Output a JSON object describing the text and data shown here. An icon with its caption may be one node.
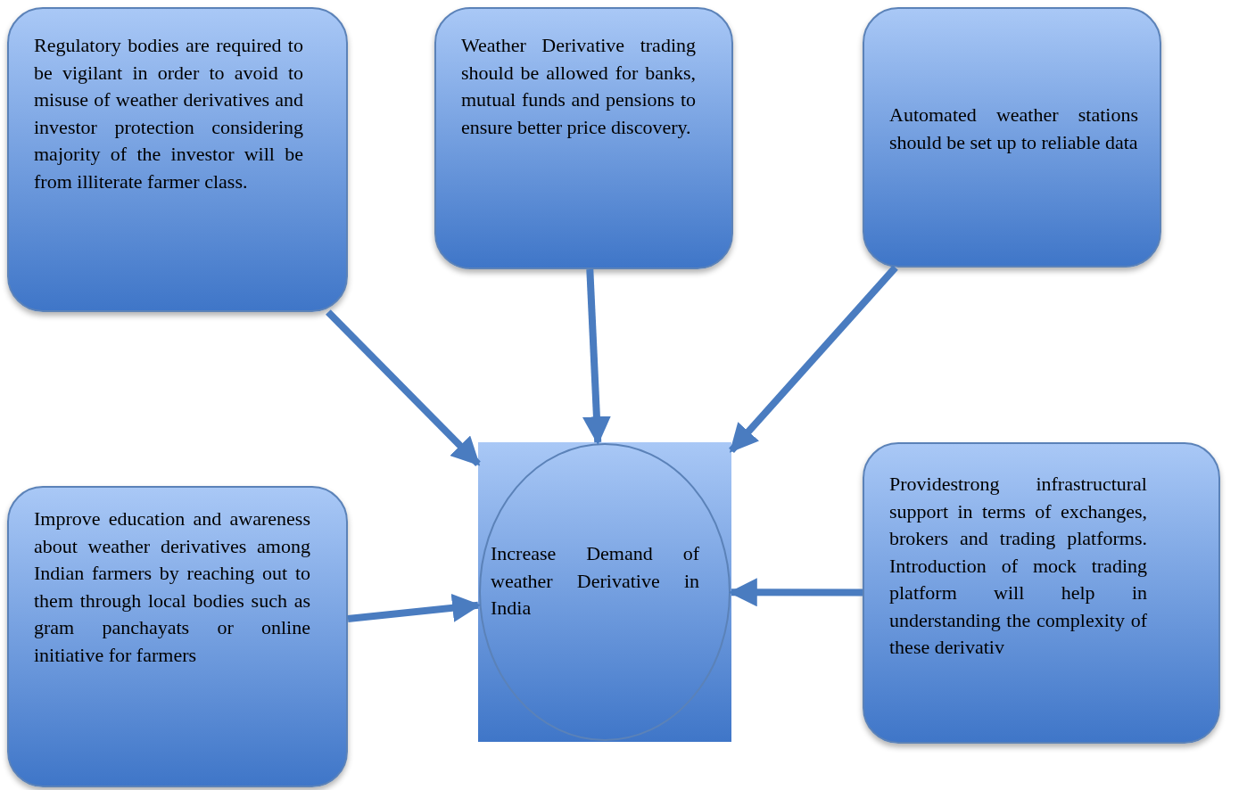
{
  "diagram": {
    "nodes": [
      {
        "text": [
          "Regulatory bodies are required to be vigilant in order to avoid to misuse of weather derivatives and investor protection considering majority of the investor will be from illiterate farmer class."
        ]
      },
      {
        "text": [
          "Weather Derivative trading should be allowed for banks, mutual funds and pensions to ensure better price discovery."
        ]
      },
      {
        "text": [
          "Automated weather stations should be set up to reliable data"
        ]
      },
      {
        "text": [
          "Improve education and awareness about weather derivatives among Indian farmers by reaching out to them through local bodies such as gram panchayats or online initiative for farmers"
        ]
      },
      {
        "text": [
          "Increase Demand of weather Derivative in India"
        ]
      },
      {
        "text": [
          "Providestrong infrastructural support in terms of exchanges, brokers and trading platforms. Introduction of mock trading platform will help in understanding the complexity of these derivativ"
        ]
      }
    ],
    "edges": [
      {
        "from": 0,
        "to": 4,
        "arrow": "to"
      },
      {
        "from": 1,
        "to": 4,
        "arrow": "to"
      },
      {
        "from": 2,
        "to": 4,
        "arrow": "to"
      },
      {
        "from": 3,
        "to": 4,
        "arrow": "to"
      },
      {
        "from": 5,
        "to": 4,
        "arrow": "to"
      }
    ]
  }
}
